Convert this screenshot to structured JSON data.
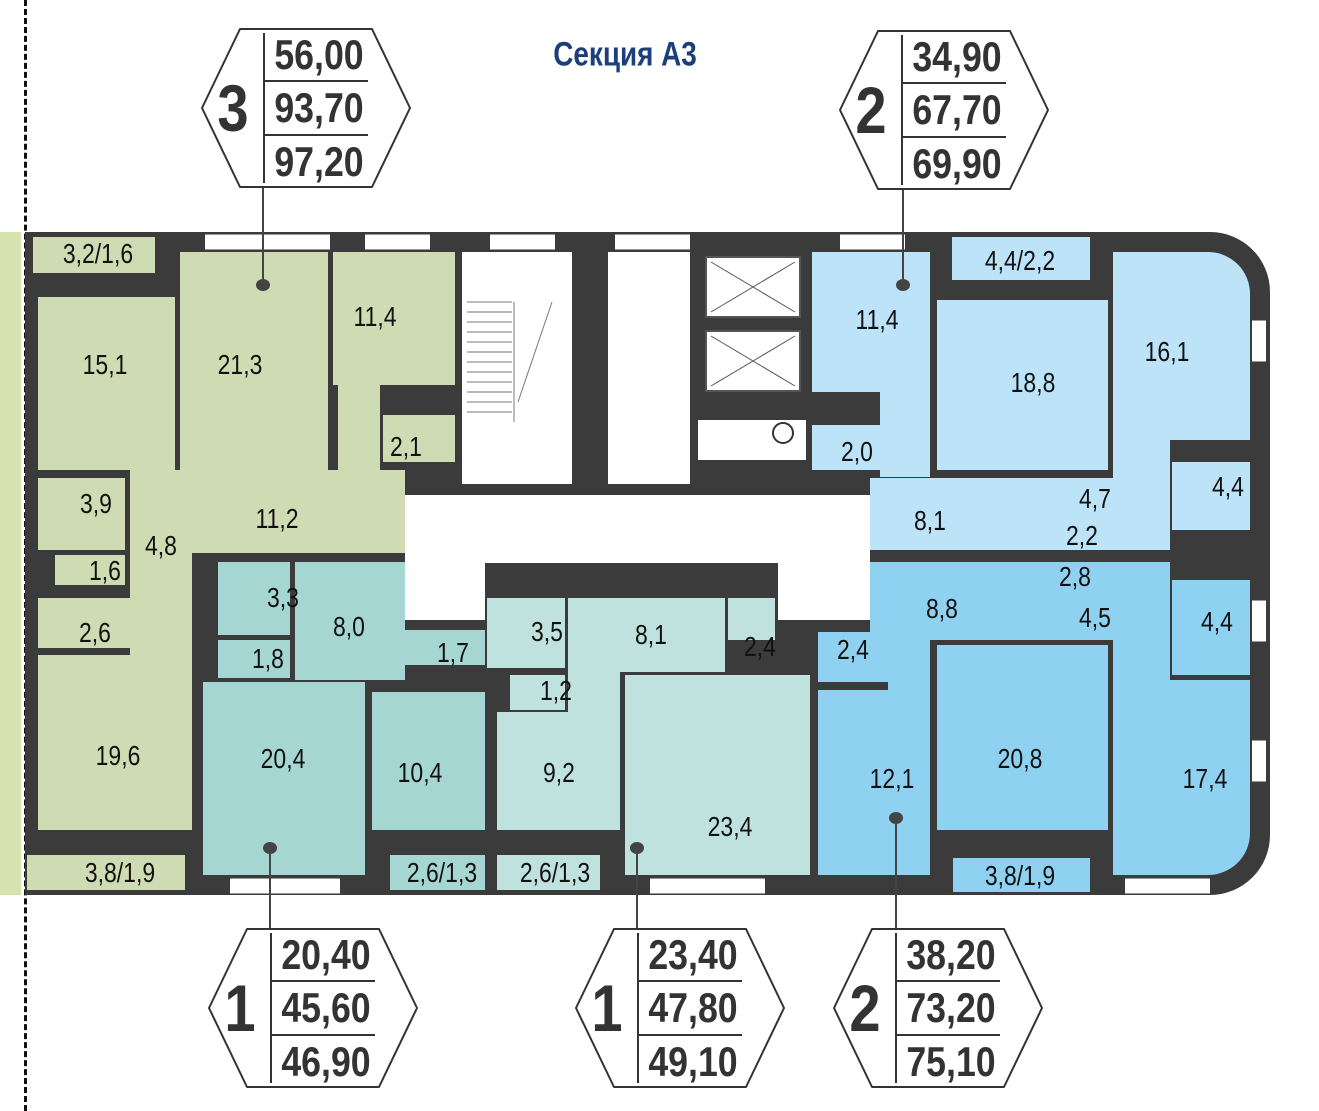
{
  "title": "Секция А3",
  "badges": [
    {
      "rooms": "3",
      "values": [
        "56,00",
        "93,70",
        "97,20"
      ]
    },
    {
      "rooms": "2",
      "values": [
        "34,90",
        "67,70",
        "69,90"
      ]
    },
    {
      "rooms": "1",
      "values": [
        "20,40",
        "45,60",
        "46,90"
      ]
    },
    {
      "rooms": "1",
      "values": [
        "23,40",
        "47,80",
        "49,10"
      ]
    },
    {
      "rooms": "2",
      "values": [
        "38,20",
        "73,20",
        "75,10"
      ]
    }
  ],
  "apartments": {
    "green": {
      "color": "#cfdbb2",
      "rooms": [
        "3,2/1,6",
        "15,1",
        "21,3",
        "11,4",
        "2,1",
        "11,2",
        "3,9",
        "4,8",
        "1,6",
        "2,6",
        "19,6",
        "3,8/1,9"
      ]
    },
    "teal": {
      "color": "#a6d6d2",
      "rooms": [
        "3,3",
        "8,0",
        "1,8",
        "1,7",
        "20,4",
        "10,4",
        "2,6/1,3"
      ]
    },
    "lightteal": {
      "color": "#c0e2de",
      "rooms": [
        "3,5",
        "8,1",
        "2,4",
        "1,2",
        "9,2",
        "23,4",
        "2,6/1,3"
      ]
    },
    "lightblue": {
      "color": "#bde3f8",
      "rooms": [
        "4,4/2,2",
        "11,4",
        "18,8",
        "16,1",
        "2,0",
        "8,1",
        "4,7",
        "4,4",
        "2,2"
      ]
    },
    "blue": {
      "color": "#8fd1f1",
      "rooms": [
        "2,8",
        "8,8",
        "4,5",
        "4,4",
        "2,4",
        "12,1",
        "20,8",
        "17,4",
        "3,8/1,9"
      ]
    }
  }
}
